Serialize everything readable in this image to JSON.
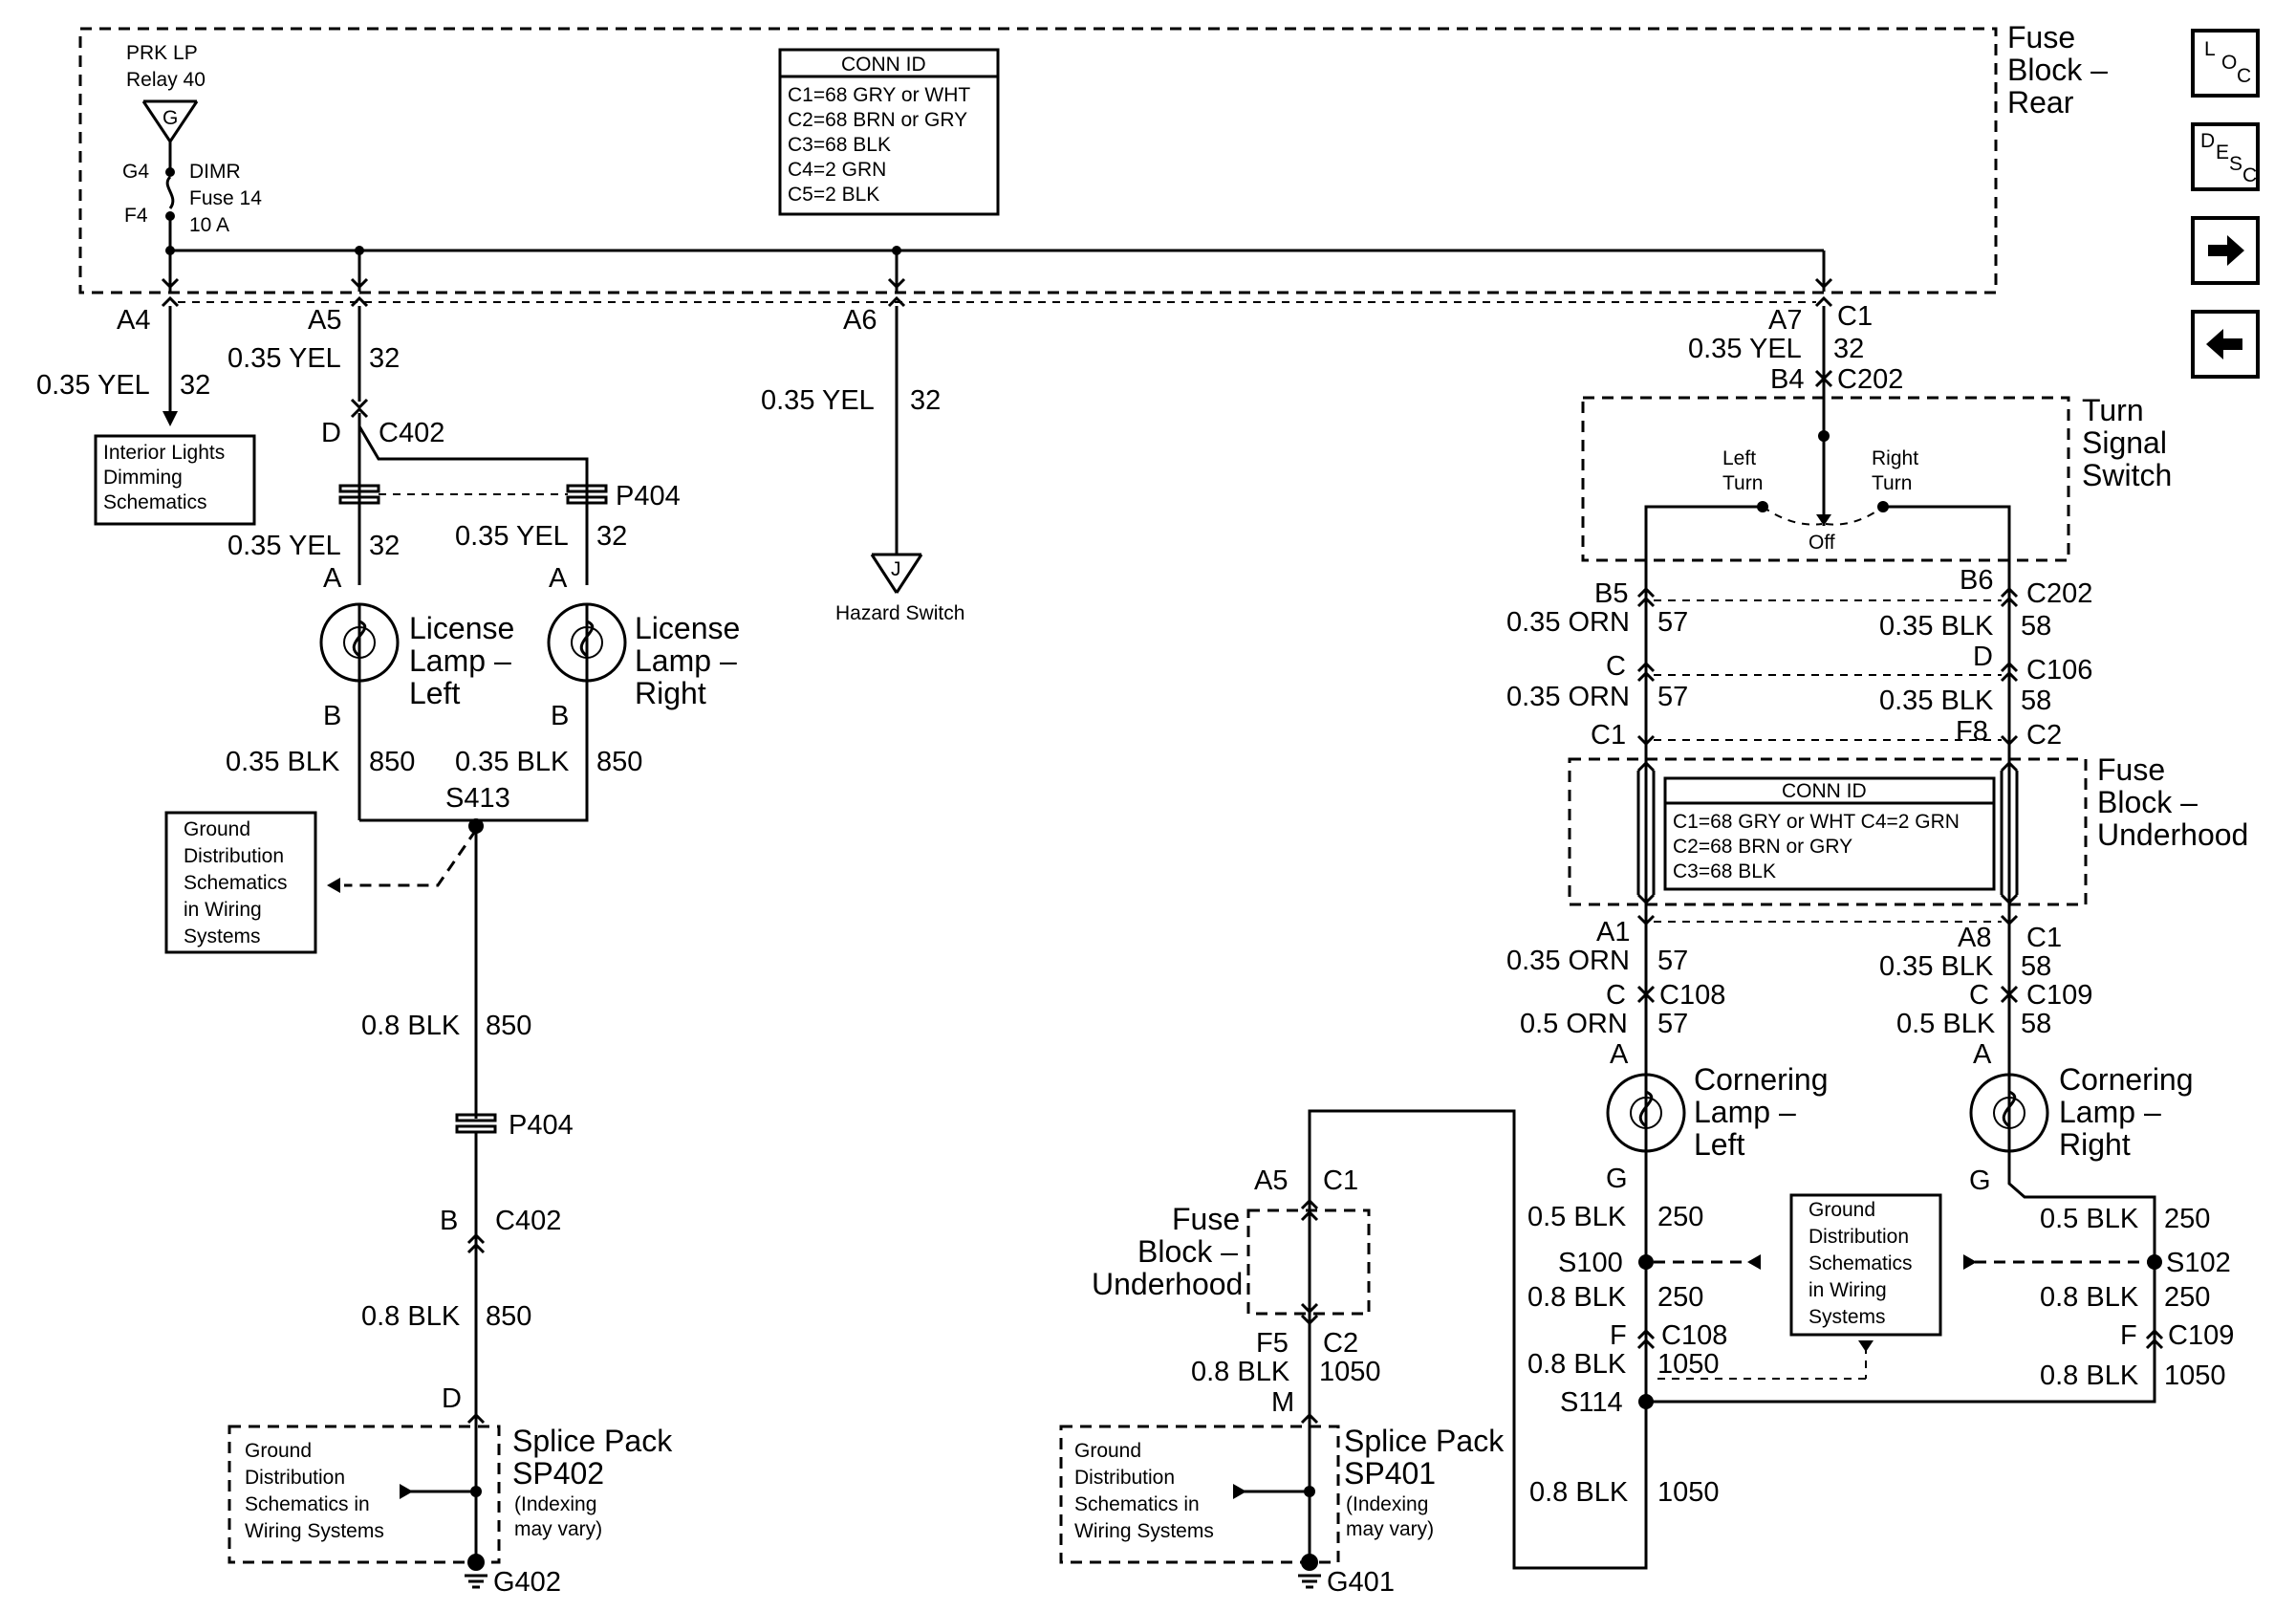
{
  "fuse_block_rear": {
    "title": [
      "Fuse",
      "Block –",
      "Rear"
    ]
  },
  "relay": {
    "label1": "PRK LP",
    "label2": "Relay 40",
    "conn": "G"
  },
  "dimr_fuse": {
    "pin_top": "G4",
    "pin_bot": "F4",
    "name": "DIMR",
    "num": "Fuse 14",
    "amp": "10 A"
  },
  "conn_id_rear": {
    "header": "CONN ID",
    "lines": [
      "C1=68 GRY or WHT",
      "C2=68 BRN or GRY",
      "C3=68 BLK",
      "C4=2 GRN",
      "C5=2 BLK"
    ]
  },
  "branch_a4": {
    "pin": "A4",
    "gauge": "0.35 YEL",
    "circuit": "32",
    "dest": [
      "Interior Lights",
      "Dimming",
      "Schematics"
    ]
  },
  "branch_a5": {
    "pin": "A5",
    "gauge": "0.35 YEL",
    "circuit": "32",
    "conn_pin": "D",
    "conn": "C402",
    "splice": "P404"
  },
  "branch_a6": {
    "pin": "A6",
    "gauge": "0.35 YEL",
    "circuit": "32",
    "dest_conn": "J",
    "dest": "Hazard Switch"
  },
  "branch_a7": {
    "pin": "A7",
    "conn": "C1",
    "gauge": "0.35 YEL",
    "circuit": "32",
    "pin2": "B4",
    "conn2": "C202"
  },
  "license_left": {
    "gauge_in": "0.35 YEL",
    "circuit_in": "32",
    "pin_a": "A",
    "name": [
      "License",
      "Lamp –",
      "Left"
    ],
    "pin_b": "B",
    "gauge_out": "0.35 BLK",
    "circuit_out": "850"
  },
  "license_right": {
    "gauge_in": "0.35 YEL",
    "circuit_in": "32",
    "pin_a": "A",
    "name": [
      "License",
      "Lamp –",
      "Right"
    ],
    "pin_b": "B",
    "gauge_out": "0.35 BLK",
    "circuit_out": "850"
  },
  "s413": {
    "label": "S413",
    "gd": [
      "Ground",
      "Distribution",
      "Schematics",
      "in Wiring",
      "Systems"
    ]
  },
  "ground_left": {
    "gauge1": "0.8 BLK",
    "circuit1": "850",
    "splice": "P404",
    "conn_pin": "B",
    "conn": "C402",
    "gauge2": "0.8 BLK",
    "circuit2": "850",
    "pin_d": "D",
    "sp_title": [
      "Splice Pack",
      "SP402"
    ],
    "sp_note": [
      "(Indexing",
      "may vary)"
    ],
    "gd": [
      "Ground",
      "Distribution",
      "Schematics in",
      "Wiring Systems"
    ],
    "ground": "G402"
  },
  "turn_signal": {
    "title": [
      "Turn",
      "Signal",
      "Switch"
    ],
    "left": [
      "Left",
      "Turn"
    ],
    "right": [
      "Right",
      "Turn"
    ],
    "off": "Off"
  },
  "left_path": {
    "pin1": "B5",
    "g1": "0.35 ORN",
    "c1": "57",
    "pin2": "C",
    "g2": "0.35 ORN",
    "c2": "57",
    "pin3": "C1",
    "pin4": "A1",
    "g4": "0.35 ORN",
    "c4": "57",
    "pin5": "C",
    "conn5": "C108",
    "g5": "0.5 ORN",
    "c5": "57",
    "lamp_pin": "A"
  },
  "right_path": {
    "pin1": "B6",
    "conn1": "C202",
    "g1": "0.35 BLK",
    "c1": "58",
    "pin2": "D",
    "conn2": "C106",
    "g2": "0.35 BLK",
    "c2": "58",
    "pin3": "F8",
    "conn3": "C2",
    "pin4": "A8",
    "conn4": "C1",
    "g4": "0.35 BLK",
    "c4": "58",
    "pin5": "C",
    "conn5": "C109",
    "g5": "0.5 BLK",
    "c5": "58",
    "lamp_pin": "A"
  },
  "fuse_block_underhood": {
    "title": [
      "Fuse",
      "Block –",
      "Underhood"
    ],
    "header": "CONN ID",
    "lines": [
      "C1=68 GRY or WHT  C4=2 GRN",
      "C2=68 BRN or GRY",
      "C3=68 BLK"
    ]
  },
  "corner_left": {
    "name": [
      "Cornering",
      "Lamp –",
      "Left"
    ],
    "pin_g": "G",
    "g1": "0.5 BLK",
    "c1": "250",
    "splice": "S100",
    "g2": "0.8 BLK",
    "c2": "250",
    "pin_f": "F",
    "conn": "C108",
    "g3": "0.8 BLK",
    "c3": "1050",
    "s114": "S114",
    "g4": "0.8 BLK",
    "c4": "1050"
  },
  "corner_right": {
    "name": [
      "Cornering",
      "Lamp –",
      "Right"
    ],
    "pin_g": "G",
    "g1": "0.5 BLK",
    "c1": "250",
    "splice": "S102",
    "g2": "0.8 BLK",
    "c2": "250",
    "pin_f": "F",
    "conn": "C109",
    "g3": "0.8 BLK",
    "c3": "1050"
  },
  "gd_center": {
    "lines": [
      "Ground",
      "Distribution",
      "Schematics",
      "in Wiring",
      "Systems"
    ]
  },
  "fb_underhood_small": {
    "title": [
      "Fuse",
      "Block –",
      "Underhood"
    ],
    "pin1": "A5",
    "conn1": "C1",
    "pin2": "F5",
    "conn2": "C2",
    "gauge": "0.8 BLK",
    "circuit": "1050",
    "pin_m": "M",
    "sp_title": [
      "Splice Pack",
      "SP401"
    ],
    "sp_note": [
      "(Indexing",
      "may vary)"
    ],
    "gd": [
      "Ground",
      "Distribution",
      "Schematics in",
      "Wiring Systems"
    ],
    "ground": "G401"
  },
  "nav": {
    "loc": [
      "L",
      "O",
      "C"
    ],
    "desc": [
      "D",
      "E",
      "S",
      "C"
    ],
    "next_icon": "arrow-right-icon",
    "prev_icon": "arrow-left-icon"
  }
}
